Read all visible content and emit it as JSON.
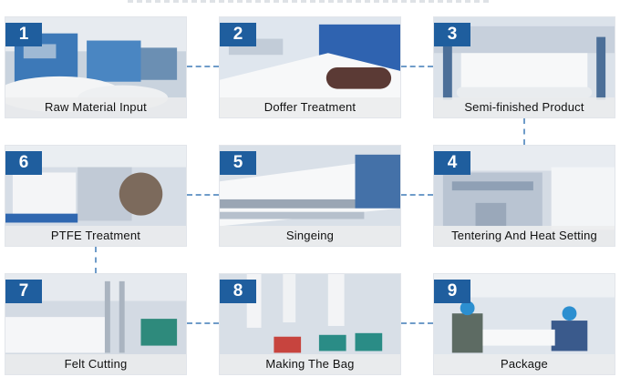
{
  "steps": [
    {
      "num": "1",
      "label": "Raw Material Input"
    },
    {
      "num": "2",
      "label": "Doffer Treatment"
    },
    {
      "num": "3",
      "label": "Semi-finished Product"
    },
    {
      "num": "4",
      "label": "Tentering And Heat Setting"
    },
    {
      "num": "5",
      "label": "Singeing"
    },
    {
      "num": "6",
      "label": "PTFE Treatment"
    },
    {
      "num": "7",
      "label": "Felt Cutting"
    },
    {
      "num": "8",
      "label": "Making The Bag"
    },
    {
      "num": "9",
      "label": "Package"
    }
  ],
  "colors": {
    "badge": "#1f5e9e",
    "connector": "#6f9cc9",
    "caption_bg": "#ebecee"
  }
}
